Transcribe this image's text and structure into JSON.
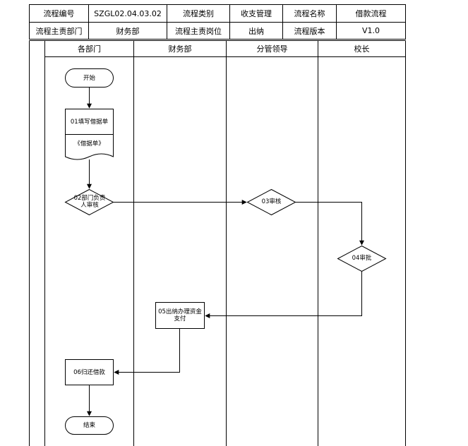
{
  "header": {
    "row1": [
      {
        "label": "流程编号"
      },
      {
        "label": "SZGL02.04.03.02"
      },
      {
        "label": "流程类别"
      },
      {
        "label": "收支管理"
      },
      {
        "label": "流程名称"
      },
      {
        "label": "借款流程"
      }
    ],
    "row2": [
      {
        "label": "流程主责部门"
      },
      {
        "label": "财务部"
      },
      {
        "label": "流程主责岗位"
      },
      {
        "label": "出纳"
      },
      {
        "label": "流程版本"
      },
      {
        "label": "V1.0"
      }
    ]
  },
  "lanes": [
    {
      "label": "各部门"
    },
    {
      "label": "财务部"
    },
    {
      "label": "分管领导"
    },
    {
      "label": "校长"
    }
  ],
  "nodes": {
    "start": "开始",
    "fill_form": "01填写借据单",
    "form_doc": "《借据单》",
    "dept_review": "02部门负责人审核",
    "review": "03审核",
    "approve": "04审批",
    "cashier_pay": "05出纳办理资金支付",
    "repay": "06归还借款",
    "end": "结束"
  }
}
